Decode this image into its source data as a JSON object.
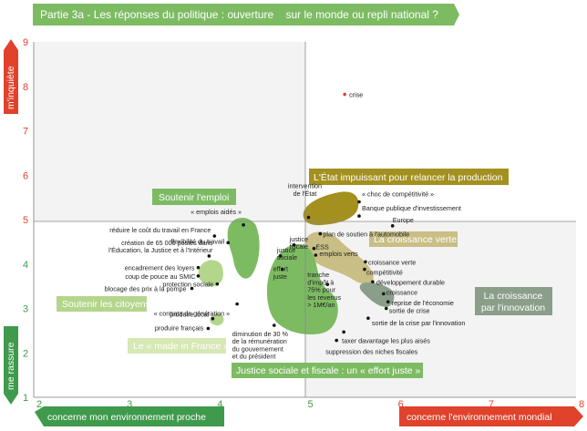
{
  "header": {
    "title": "Partie 3a - Les réponses du politique : ouverture    sur le monde ou repli national ?"
  },
  "axes": {
    "y_top_label": "m'inquiète",
    "y_bottom_label": "me rassure",
    "x_left_label": "concerne mon environnement proche",
    "x_right_label": "concerne l'environnement mondial"
  },
  "colors": {
    "green": "#7dbb63",
    "light_green": "#b3d68c",
    "olive": "#a4901f",
    "khaki": "#c9be86",
    "gray_green": "#8a9e8a",
    "red": "#e0422b",
    "axis_green": "#3f9a4c",
    "axis_red": "#e0422b"
  },
  "chart_data": {
    "type": "scatter",
    "title": "Partie 3a - Les réponses du politique : ouverture    sur le monde ou repli national ?",
    "xlim": [
      2,
      8
    ],
    "ylim": [
      1,
      9
    ],
    "x_ticks": [
      2,
      3,
      4,
      5,
      6,
      7,
      8
    ],
    "y_ticks": [
      1,
      2,
      3,
      4,
      5,
      6,
      7,
      8,
      9
    ],
    "crosshair": {
      "x": 5,
      "y": 4.8
    },
    "points": [
      {
        "label": "crise",
        "x": 5.44,
        "y": 7.82,
        "color": "red"
      },
      {
        "label": "intervention de l'État",
        "x": 5.04,
        "y": 5.05
      },
      {
        "label": "« choc de compétitivité »",
        "x": 5.6,
        "y": 5.4
      },
      {
        "label": "Banque publique d'investissement",
        "x": 5.6,
        "y": 5.08
      },
      {
        "label": "Europe",
        "x": 5.97,
        "y": 4.86
      },
      {
        "label": "plan de soutien à l'automobile",
        "x": 5.17,
        "y": 4.68
      },
      {
        "label": "« emplois aidés »",
        "x": 4.32,
        "y": 4.88
      },
      {
        "label": "réduire le coût du travail en France",
        "x": 4.0,
        "y": 4.63
      },
      {
        "label": "flexibilité du travail",
        "x": 4.15,
        "y": 4.48
      },
      {
        "label": "création de 65 000 postes dans l'Éducation, la Justice et à l'Intérieur",
        "x": 3.94,
        "y": 4.18
      },
      {
        "label": "justice fiscale",
        "x": 4.88,
        "y": 4.43
      },
      {
        "label": "justice sociale",
        "x": 4.73,
        "y": 4.18
      },
      {
        "label": "ESS",
        "x": 5.1,
        "y": 4.35
      },
      {
        "label": "emplois verts",
        "x": 5.12,
        "y": 4.2
      },
      {
        "label": "effort juste",
        "x": 4.75,
        "y": 3.88
      },
      {
        "label": "tranche d'impôt à 75% pour les revenus > 1M€/an",
        "x": 5.25,
        "y": 3.54
      },
      {
        "label": "croissance verte",
        "x": 5.67,
        "y": 4.05
      },
      {
        "label": "compétitivité",
        "x": 5.66,
        "y": 3.88
      },
      {
        "label": "développement durable",
        "x": 5.75,
        "y": 3.6
      },
      {
        "label": "croissance",
        "x": 5.87,
        "y": 3.33
      },
      {
        "label": "reprise de l'économie",
        "x": 5.92,
        "y": 3.15
      },
      {
        "label": "sortie de crise",
        "x": 5.9,
        "y": 3.0
      },
      {
        "label": "sortie de la crise par l'innovation",
        "x": 5.7,
        "y": 2.78
      },
      {
        "label": "encadrement des loyers",
        "x": 3.82,
        "y": 3.92
      },
      {
        "label": "coup de pouce au SMIC",
        "x": 3.82,
        "y": 3.73
      },
      {
        "label": "protection sociale",
        "x": 4.03,
        "y": 3.55
      },
      {
        "label": "blocage des prix à la pompe",
        "x": 3.75,
        "y": 3.45
      },
      {
        "label": "« contrats de génération »",
        "x": 4.25,
        "y": 3.1
      },
      {
        "label": "produire local",
        "x": 3.98,
        "y": 2.77
      },
      {
        "label": "produire français",
        "x": 3.93,
        "y": 2.55
      },
      {
        "label": "diminution de 30 % de la rémunération du gouvernement et du président",
        "x": 4.66,
        "y": 2.62
      },
      {
        "label": "taxer davantage les plus aisés",
        "x": 5.43,
        "y": 2.47
      },
      {
        "label": "suppression des niches fiscales",
        "x": 5.35,
        "y": 2.28
      }
    ],
    "groups": [
      {
        "label": "L'État impuissant pour relancer la production",
        "color": "olive"
      },
      {
        "label": "Soutenir l'emploi",
        "color": "green"
      },
      {
        "label": "La croissance verte",
        "color": "khaki"
      },
      {
        "label": "La croissance par l'innovation",
        "color": "gray_green"
      },
      {
        "label": "Soutenir les citoyens",
        "color": "light_green"
      },
      {
        "label": "Le « made in France »",
        "color": "light_green"
      },
      {
        "label": "Justice sociale et fiscale : un « effort juste »",
        "color": "green"
      }
    ]
  }
}
